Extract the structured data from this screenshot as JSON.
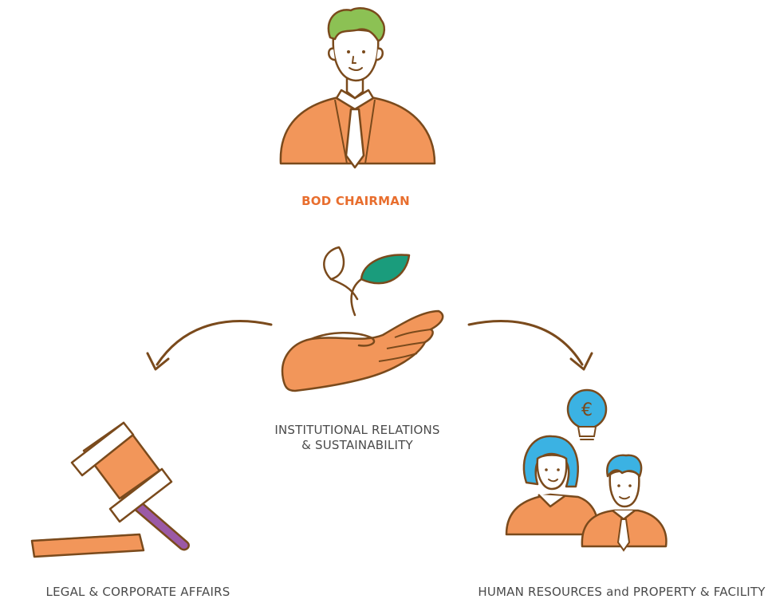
{
  "nodes": {
    "chairman": {
      "label": "BOD CHAIRMAN"
    },
    "institutional": {
      "label_line1": "INSTITUTIONAL RELATIONS",
      "label_line2": "& SUSTAINABILITY"
    },
    "legal": {
      "label": "LEGAL & CORPORATE AFFAIRS"
    },
    "hr": {
      "label": "HUMAN RESOURCES and PROPERTY & FACILITY"
    }
  },
  "icons": {
    "chairman": "businessman-icon",
    "institutional": "hand-sprout-icon",
    "legal": "gavel-icon",
    "hr": "team-idea-icon",
    "bulb_symbol": "€"
  },
  "colors": {
    "orange": "#f2965a",
    "orange_text": "#e86e2e",
    "outline": "#7a4a1c",
    "green_hair": "#8cc154",
    "teal_leaf": "#1a9c7c",
    "blue": "#3bb2e3",
    "purple": "#9b59a6",
    "label_gray": "#4a4a4a"
  }
}
